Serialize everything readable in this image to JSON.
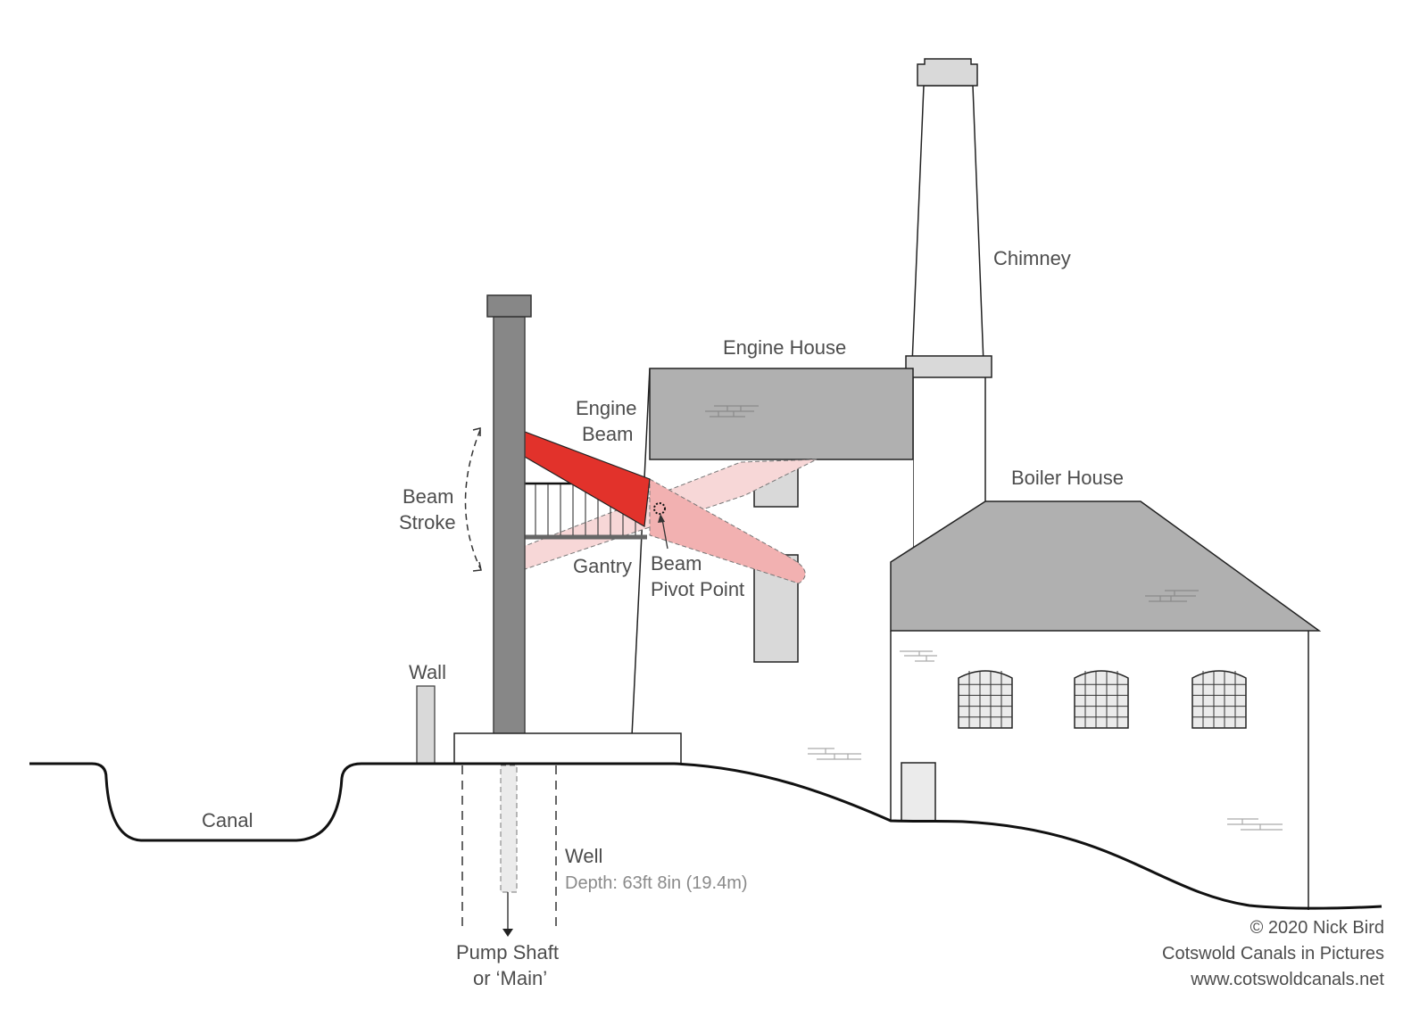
{
  "title": "Beam engine pumping station cross-section",
  "labels": {
    "chimney": "Chimney",
    "engine_house": "Engine House",
    "boiler_house": "Boiler House",
    "engine_beam_line1": "Engine",
    "engine_beam_line2": "Beam",
    "beam_stroke_line1": "Beam",
    "beam_stroke_line2": "Stroke",
    "gantry": "Gantry",
    "beam_pivot_line1": "Beam",
    "beam_pivot_line2": "Pivot Point",
    "wall": "Wall",
    "canal": "Canal",
    "well": "Well",
    "well_depth": "Depth: 63ft 8in (19.4m)",
    "pump_shaft_line1": "Pump Shaft",
    "pump_shaft_line2": "or ‘Main’"
  },
  "credits": {
    "copyright": "© 2020 Nick Bird",
    "publication": "Cotswold Canals in Pictures",
    "website": "www.cotswoldcanals.net"
  },
  "colors": {
    "beam_active": "#e2322b",
    "beam_ghost_light": "#f7d7d7",
    "beam_ghost_mid": "#f2b1b1",
    "roof_grey": "#b0b0b0",
    "pump_rod_grey": "#878787",
    "light_grey": "#d9d9d9",
    "text": "#4d4d4d"
  }
}
